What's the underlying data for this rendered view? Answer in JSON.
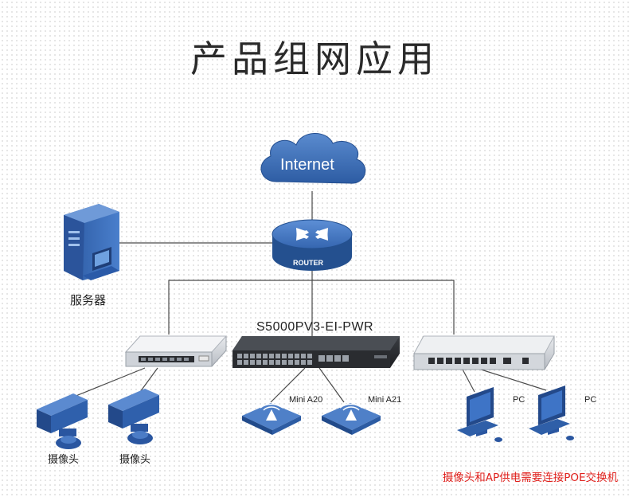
{
  "title": "产品组网应用",
  "nodes": {
    "internet": "Internet",
    "router": "ROUTER",
    "server": "服务器",
    "core_switch": "S5000PV3-EI-PWR",
    "ap_left": "Mini A20",
    "ap_right": "Mini A21",
    "camera_1": "摄像头",
    "camera_2": "摄像头",
    "pc_1": "PC",
    "pc_2": "PC"
  },
  "note": "摄像头和AP供电需要连接POE交换机",
  "colors": {
    "cloud_blue": "#3c6fb2",
    "device_blue": "#2e5ea8",
    "note_red": "#e0201c",
    "line": "#4a4a4a"
  }
}
